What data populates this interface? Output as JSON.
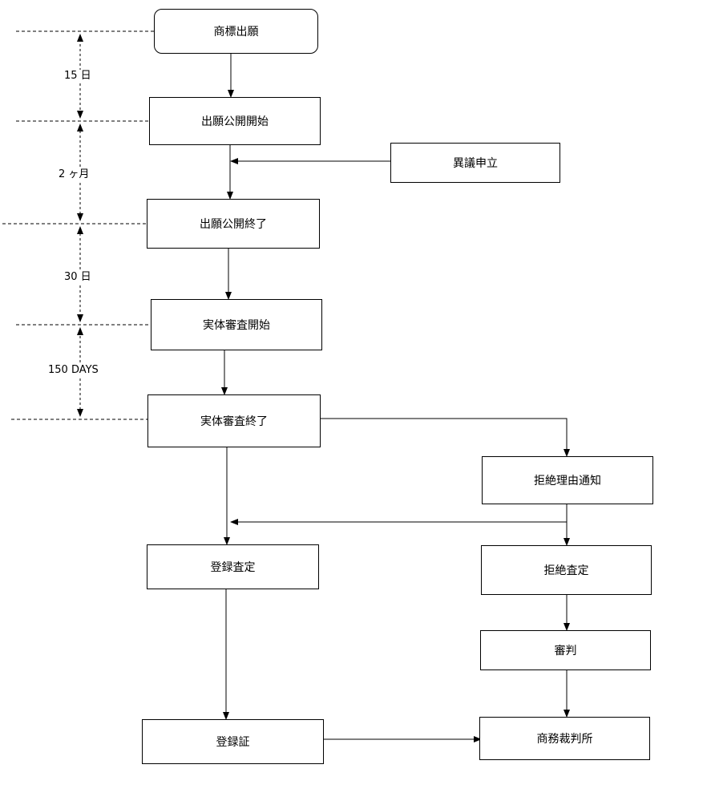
{
  "boxes": {
    "application": "商標出願",
    "publication_start": "出願公開開始",
    "opposition": "異議申立",
    "publication_end": "出願公開終了",
    "exam_start": "実体審査開始",
    "exam_end": "実体審査終了",
    "rejection_notice": "拒絶理由通知",
    "registration_decision": "登録査定",
    "rejection_decision": "拒絶査定",
    "trial": "審判",
    "registration_cert": "登録証",
    "ip_court": "商務裁判所"
  },
  "timeline": {
    "t1": "15 日",
    "t2": "2 ヶ月",
    "t3": "30 日",
    "t4": "150 DAYS"
  }
}
